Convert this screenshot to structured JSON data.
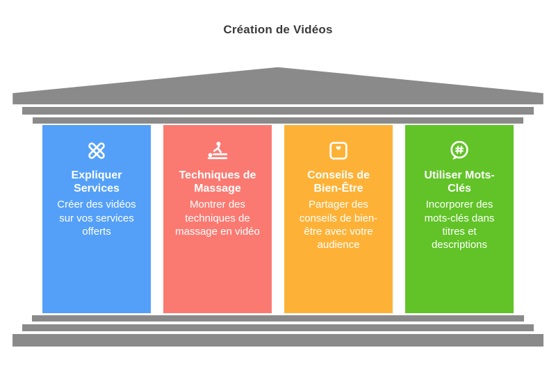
{
  "page": {
    "title": "Création de Vidéos",
    "background_color": "#ffffff",
    "title_color": "#3a3a3a"
  },
  "temple": {
    "structure_color": "#8a8a8a",
    "stroke_color": "#ffffff",
    "pillars": [
      {
        "id": "expliquer-services",
        "color": "#54A0F8",
        "icon": "design-tools-icon",
        "title": "Expliquer\nServices",
        "description": "Créer des vidéos\nsur vos services\nofferts"
      },
      {
        "id": "techniques-de-massage",
        "color": "#FA7A72",
        "icon": "massage-icon",
        "title": "Techniques de\nMassage",
        "description": "Montrer des\ntechniques de\nmassage en vidéo"
      },
      {
        "id": "conseils-de-bien-etre",
        "color": "#FDB237",
        "icon": "wellness-card-icon",
        "title": "Conseils de\nBien-Être",
        "description": "Partager des\nconseils de bien-\nêtre avec votre\naudience"
      },
      {
        "id": "utiliser-mots-cles",
        "color": "#61C327",
        "icon": "hashtag-bubble-icon",
        "title": "Utiliser Mots-\nClés",
        "description": "Incorporer des\nmots-clés dans\ntitres et\ndescriptions"
      }
    ]
  }
}
